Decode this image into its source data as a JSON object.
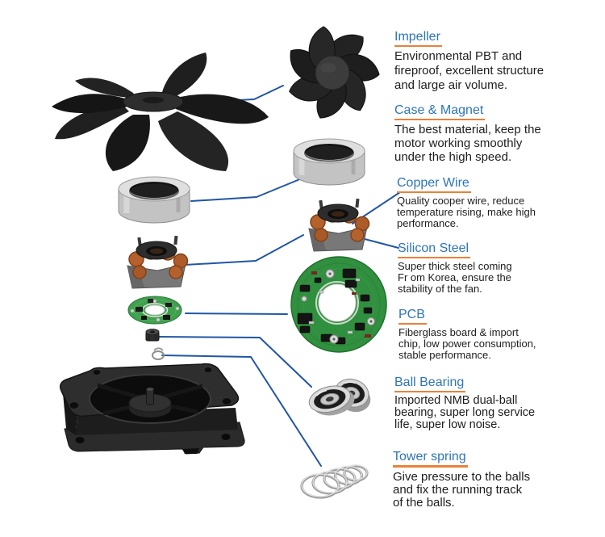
{
  "colors": {
    "heading": "#2E75B6",
    "underline": "#E8823A",
    "connector": "#2156A5",
    "body_text": "#1D1D1D"
  },
  "sections": [
    {
      "id": "impeller",
      "title": "Impeller",
      "desc": [
        "Environmental PBT and",
        "fireproof, excellent structure",
        "and large air volume."
      ]
    },
    {
      "id": "case-magnet",
      "title": "Case & Magnet",
      "desc": [
        "The best material, keep the",
        "motor working smoothly",
        "under the high speed."
      ]
    },
    {
      "id": "copper-wire",
      "title": "Copper Wire",
      "desc": [
        "Quality cooper wire, reduce",
        "temperature rising, make high",
        "performance."
      ]
    },
    {
      "id": "silicon-steel",
      "title": "Silicon Steel",
      "desc": [
        "Super thick steel coming",
        "Fr om Korea, ensure the",
        "stability of the fan."
      ]
    },
    {
      "id": "pcb",
      "title": "PCB",
      "desc": [
        "Fiberglass board & import",
        "chip, low power consumption,",
        "stable performance."
      ]
    },
    {
      "id": "ball-bearing",
      "title": "Ball Bearing",
      "desc": [
        "Imported NMB dual-ball",
        "bearing, super long service",
        "life, super low noise."
      ]
    },
    {
      "id": "tower-spring",
      "title": "Tower spring",
      "desc": [
        "Give pressure to the balls",
        "and fix the running track",
        "of the balls."
      ]
    }
  ],
  "parts": [
    {
      "name": "impeller-side-view"
    },
    {
      "name": "impeller-front-view"
    },
    {
      "name": "magnet-case-ring-left"
    },
    {
      "name": "magnet-case-ring-right"
    },
    {
      "name": "stator-copper-winding-left"
    },
    {
      "name": "stator-copper-winding-right"
    },
    {
      "name": "small-pcb"
    },
    {
      "name": "driver-pcb"
    },
    {
      "name": "small-bearing"
    },
    {
      "name": "retaining-clip"
    },
    {
      "name": "fan-frame"
    },
    {
      "name": "ball-bearings"
    },
    {
      "name": "tower-spring-coil"
    }
  ]
}
